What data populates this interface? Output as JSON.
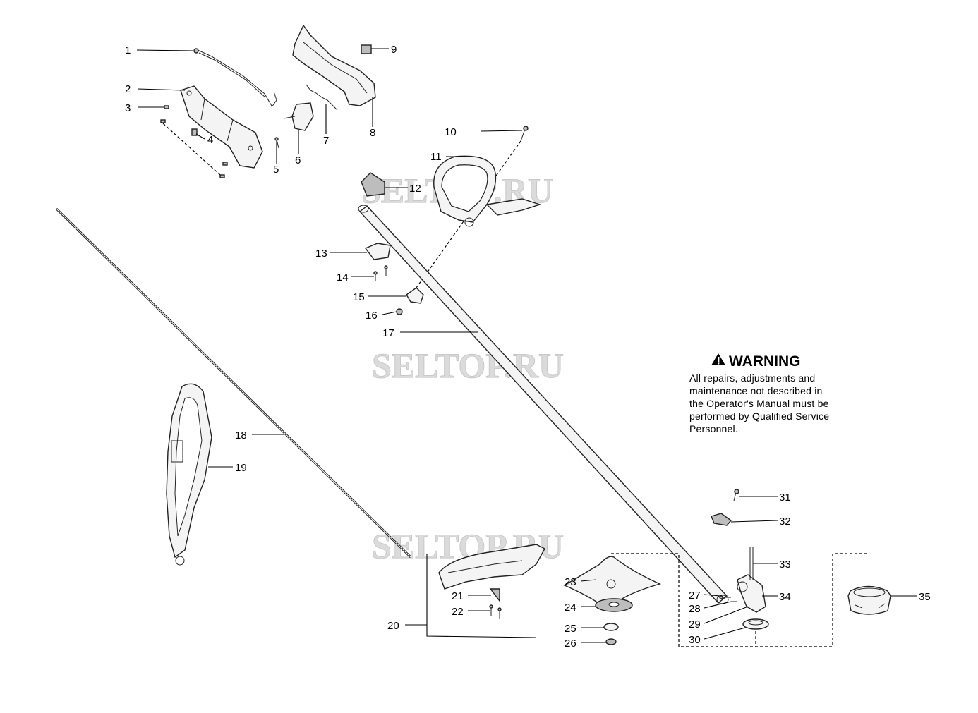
{
  "diagram": {
    "callouts": [
      "1",
      "2",
      "3",
      "4",
      "5",
      "6",
      "7",
      "8",
      "9",
      "10",
      "11",
      "12",
      "13",
      "14",
      "15",
      "16",
      "17",
      "18",
      "19",
      "20",
      "21",
      "22",
      "23",
      "24",
      "25",
      "26",
      "27",
      "28",
      "29",
      "30",
      "31",
      "32",
      "33",
      "34",
      "35"
    ],
    "watermark": "SELTOP.RU"
  },
  "warning": {
    "icon": "warning-triangle-icon",
    "title": "WARNING",
    "lines": [
      "All repairs, adjustments and",
      "maintenance not described in",
      "the Operator's Manual must be",
      "performed by Qualified Service",
      "Personnel."
    ]
  }
}
